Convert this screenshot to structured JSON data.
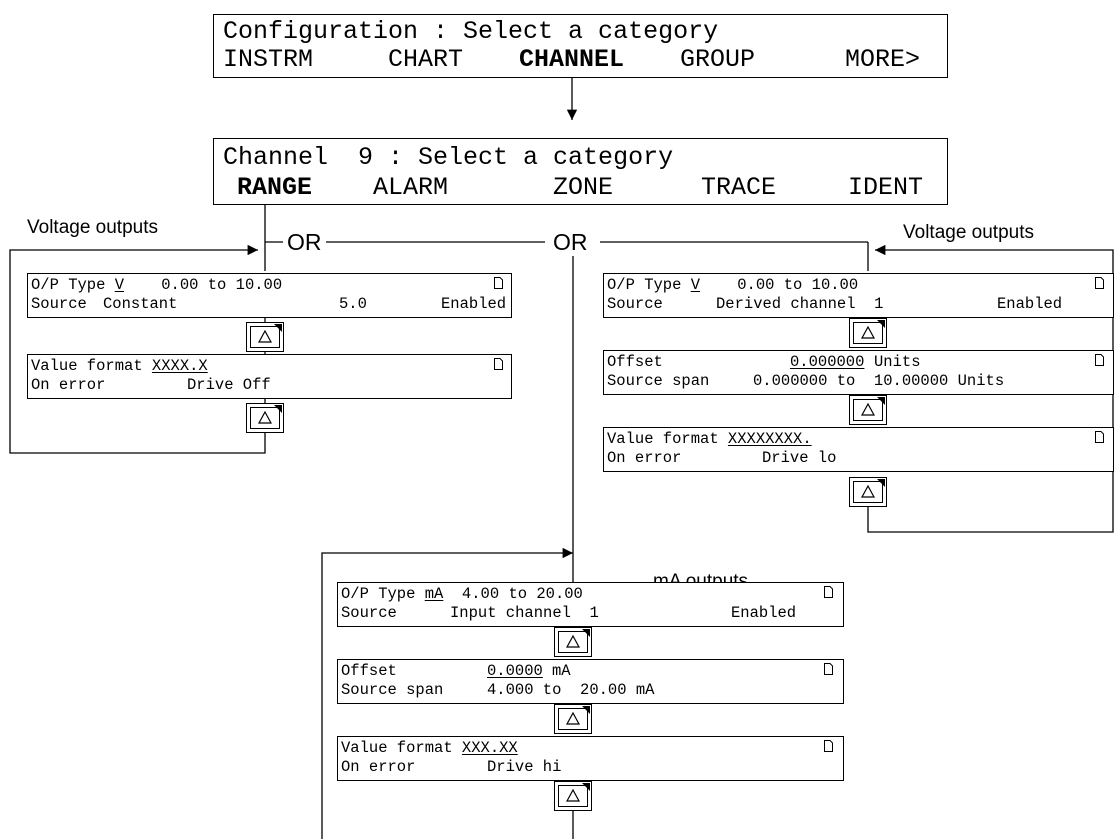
{
  "config_screen": {
    "line1": "Configuration : Select a category",
    "tabs": [
      "INSTRM",
      "CHART",
      "CHANNEL",
      "GROUP",
      "MORE>"
    ]
  },
  "channel_screen": {
    "line1": "Channel  9 : Select a category",
    "tabs": [
      "RANGE",
      "ALARM",
      "ZONE",
      "TRACE",
      "IDENT"
    ]
  },
  "labels": {
    "voltage_left": "Voltage outputs",
    "voltage_right": "Voltage outputs",
    "or1": "OR",
    "or2": "OR",
    "ma": "mA outputs"
  },
  "left_branch": {
    "box1": {
      "op_type_label": "O/P Type ",
      "op_type_value": "V",
      "range": "    0.00 to 10.00",
      "source_label": "Source",
      "source_value": "Constant",
      "source_num": "5.0",
      "status": "Enabled"
    },
    "box2": {
      "format_label": "Value format ",
      "format_value": "XXXX.X",
      "error_label": "On error",
      "error_value": "Drive Off"
    }
  },
  "right_branch": {
    "box1": {
      "op_type_label": "O/P Type ",
      "op_type_value": "V",
      "range": "    0.00 to 10.00",
      "source_label": "Source",
      "source_value": "Derived channel  1",
      "status": "Enabled"
    },
    "box2": {
      "offset_label": "Offset",
      "offset_value": "0.000000",
      "offset_unit": "Units",
      "span_label": "Source span",
      "span_value": "0.000000 to  10.00000 Units"
    },
    "box3": {
      "format_label": "Value format ",
      "format_value": "XXXXXXXX.",
      "error_label": "On error",
      "error_value": "Drive lo"
    }
  },
  "ma_branch": {
    "box1": {
      "op_type_label": "O/P Type ",
      "op_type_value": "mA",
      "range": "  4.00 to 20.00",
      "source_label": "Source",
      "source_value": "Input channel  1",
      "status": "Enabled"
    },
    "box2": {
      "offset_label": "Offset",
      "offset_value": "0.0000",
      "offset_unit": "mA",
      "span_label": "Source span",
      "span_value": "4.000 to  20.00 mA"
    },
    "box3": {
      "format_label": "Value format ",
      "format_value": "XXX.XX",
      "error_label": "On error",
      "error_value": "Drive hi"
    }
  },
  "icons": {
    "page": "page-icon",
    "step": "up-arrow-key-icon"
  }
}
